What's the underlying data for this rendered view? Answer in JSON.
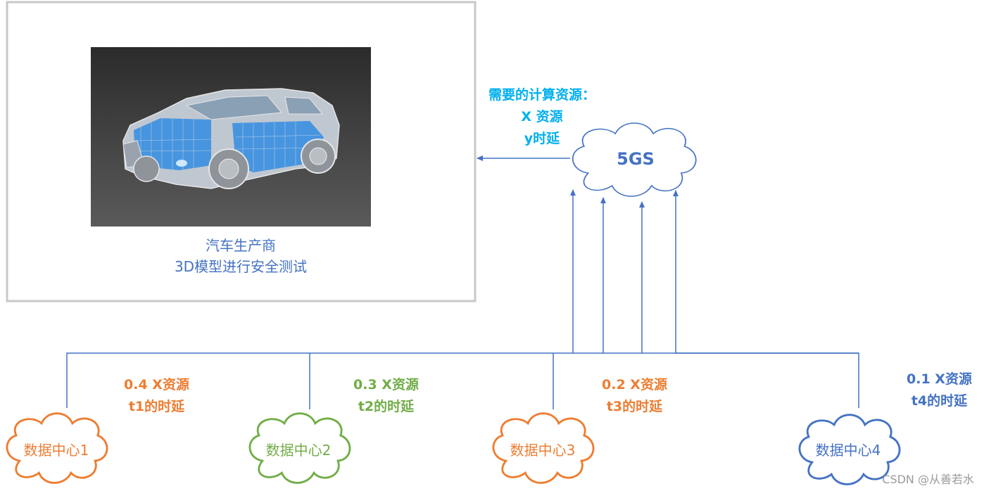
{
  "manufacturer": {
    "line1": "汽车生产商",
    "line2": "3D模型进行安全测试"
  },
  "request": {
    "line1": "需要的计算资源：",
    "line2": "X 资源",
    "line3": "y时延"
  },
  "hub": {
    "label": "5GS"
  },
  "datacenters": [
    {
      "label": "数据中心1",
      "res": "0.4 X资源",
      "delay": "t1的时延",
      "color": "#ed7d31"
    },
    {
      "label": "数据中心2",
      "res": "0.3 X资源",
      "delay": "t2的时延",
      "color": "#70ad47"
    },
    {
      "label": "数据中心3",
      "res": "0.2 X资源",
      "delay": "t3的时延",
      "color": "#ed7d31"
    },
    {
      "label": "数据中心4",
      "res": "0.1 X资源",
      "delay": "t4的时延",
      "color": "#4472c4"
    }
  ],
  "colors": {
    "line": "#4472c4",
    "request_text": "#00b0f0",
    "box_border": "#c8c8c8"
  },
  "watermark": "CSDN @从善若水"
}
